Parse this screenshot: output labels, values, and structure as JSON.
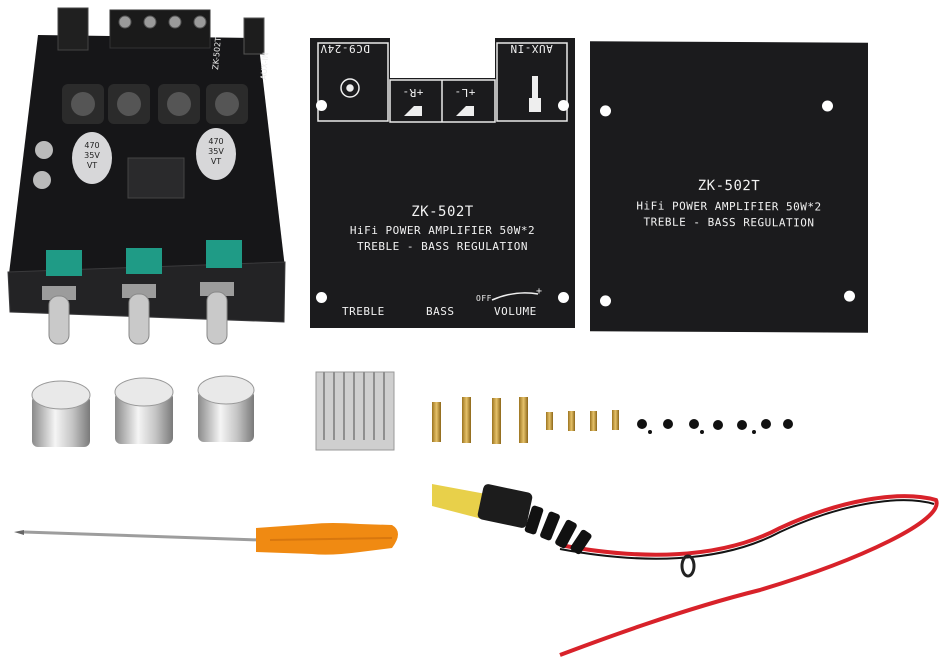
{
  "board": {
    "model_label": "ZK-502T",
    "aux_label": "AUX-IN",
    "cap_left": [
      "470",
      "35V",
      "VT"
    ],
    "cap_right": [
      "470",
      "35V",
      "VT"
    ]
  },
  "front_plate": {
    "power_label": "DC9-24V",
    "aux_label": "AUX-IN",
    "right_channel": "+R-",
    "left_channel": "+L-",
    "model": "ZK-502T",
    "desc_line1": "HiFi POWER AMPLIFIER 50W*2",
    "desc_line2": "TREBLE - BASS  REGULATION",
    "knob_treble": "TREBLE",
    "knob_bass": "BASS",
    "knob_volume": "VOLUME",
    "volume_off": "OFF",
    "volume_plus": "+"
  },
  "back_plate": {
    "model": "ZK-502T",
    "desc_line1": "HiFi POWER AMPLIFIER 50W*2",
    "desc_line2": "TREBLE - BASS  REGULATION"
  },
  "colors": {
    "pcb": "#161618",
    "plate": "#1b1b1d",
    "potentiometer": "#1f9b86",
    "screwdriver_handle": "#f08a12",
    "cable_red": "#d8222a",
    "cable_black": "#141414",
    "brass": "#c99a3c",
    "barrel_tip": "#e8d04a"
  },
  "accessories": {
    "knob_count": 3,
    "standoff_long_count": 4,
    "standoff_short_count": 4,
    "screw_count": 10
  }
}
